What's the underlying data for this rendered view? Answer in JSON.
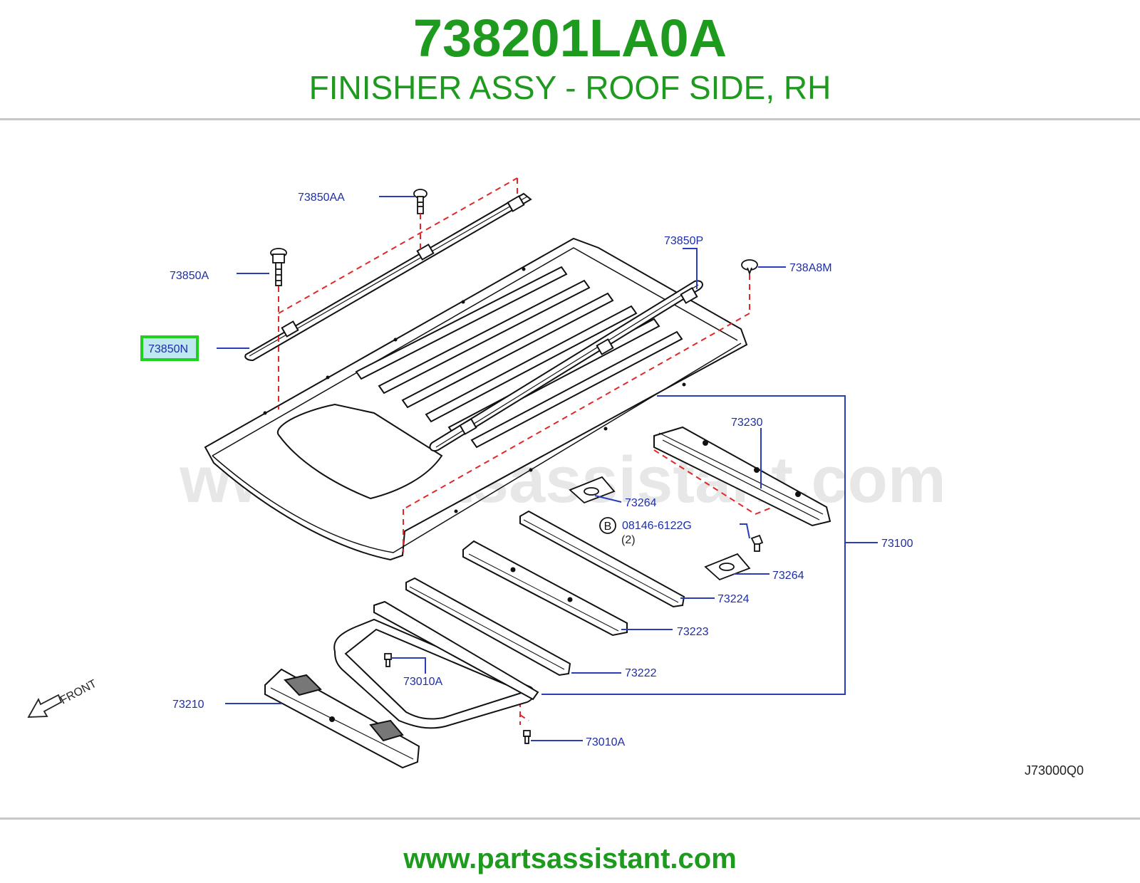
{
  "header": {
    "part_number": "738201LA0A",
    "description": "FINISHER ASSY - ROOF SIDE, RH"
  },
  "labels": [
    {
      "id": "p73850AA",
      "text": "73850AA"
    },
    {
      "id": "p73850A",
      "text": "73850A"
    },
    {
      "id": "p73850N",
      "text": "73850N",
      "highlighted": true
    },
    {
      "id": "p73850P",
      "text": "73850P"
    },
    {
      "id": "p738A8M",
      "text": "738A8M"
    },
    {
      "id": "p73230",
      "text": "73230"
    },
    {
      "id": "p73264a",
      "text": "73264"
    },
    {
      "id": "p08146",
      "text": "08146-6122G"
    },
    {
      "id": "p08146qty",
      "text": "(2)"
    },
    {
      "id": "p73100",
      "text": "73100"
    },
    {
      "id": "p73264b",
      "text": "73264"
    },
    {
      "id": "p73224",
      "text": "73224"
    },
    {
      "id": "p73223",
      "text": "73223"
    },
    {
      "id": "p73222",
      "text": "73222"
    },
    {
      "id": "p73010Aa",
      "text": "73010A"
    },
    {
      "id": "p73210",
      "text": "73210"
    },
    {
      "id": "p73010Ab",
      "text": "73010A"
    }
  ],
  "bolt_marker": "B",
  "front_label": "FRONT",
  "figure_code": "J73000Q0",
  "watermark": "www.partsassistant.com",
  "footer_url": "www.partsassistant.com",
  "colors": {
    "title_green": "#1e9a1e",
    "label_blue": "#1d2ea8",
    "leader_blue": "#2a3db8",
    "dashed_red": "#e02828",
    "highlight_green": "#22d022",
    "highlight_fill": "#bfe8ee",
    "line_art": "#111111"
  }
}
